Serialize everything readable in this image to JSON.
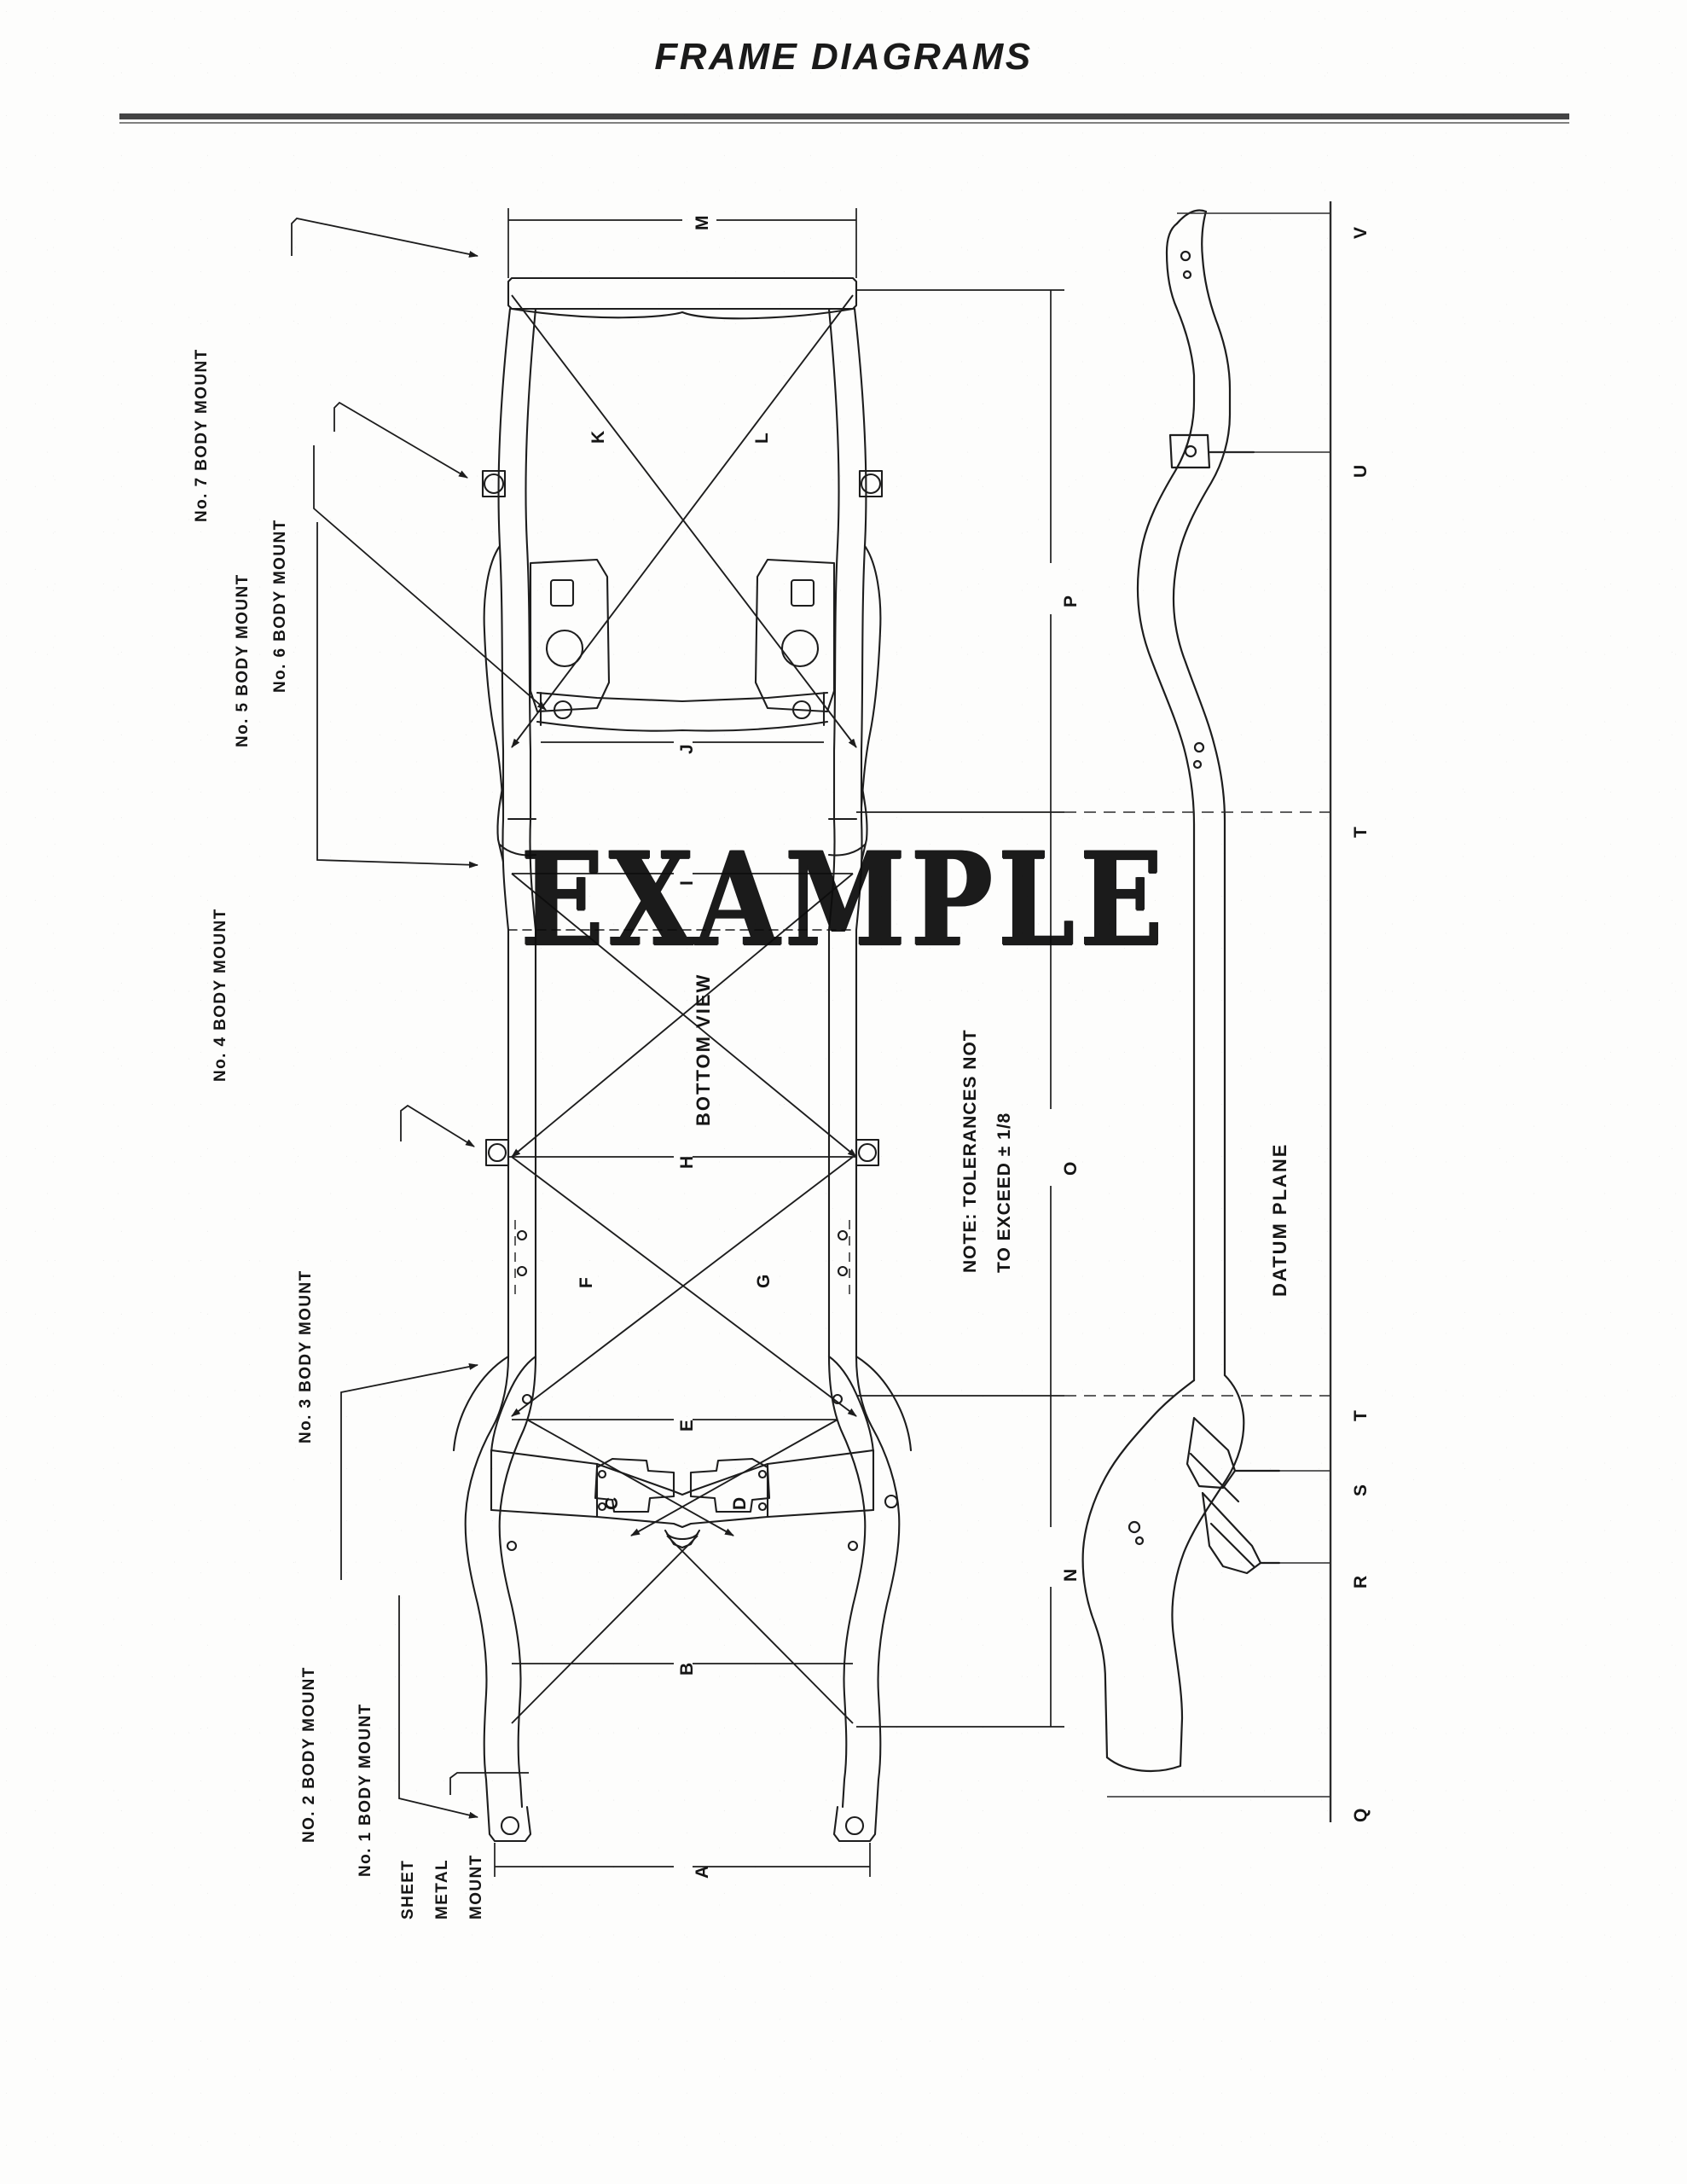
{
  "header": {
    "title": "FRAME DIAGRAMS"
  },
  "watermark": {
    "text": "EXAMPLE"
  },
  "views": {
    "bottom_view_label": "BOTTOM VIEW",
    "datum_plane_label": "DATUM PLANE"
  },
  "note": {
    "line1": "NOTE: TOLERANCES NOT",
    "line2": "TO EXCEED ± 1/8"
  },
  "mount_labels": [
    {
      "id": "mount-7",
      "text": "No. 7 BODY MOUNT"
    },
    {
      "id": "mount-6",
      "text": "No. 6 BODY MOUNT"
    },
    {
      "id": "mount-5",
      "text": "No. 5 BODY MOUNT"
    },
    {
      "id": "mount-4",
      "text": "No. 4 BODY  MOUNT"
    },
    {
      "id": "mount-3",
      "text": "No. 3 BODY MOUNT"
    },
    {
      "id": "mount-2",
      "text": "NO. 2 BODY MOUNT"
    },
    {
      "id": "mount-1",
      "text": "No. 1 BODY MOUNT"
    },
    {
      "id": "sheet-metal-mount-l1",
      "text": "SHEET"
    },
    {
      "id": "sheet-metal-mount-l2",
      "text": "METAL"
    },
    {
      "id": "sheet-metal-mount-l3",
      "text": "MOUNT"
    }
  ],
  "dimensions_bottom_view": [
    {
      "id": "A",
      "label": "A"
    },
    {
      "id": "B",
      "label": "B"
    },
    {
      "id": "C",
      "label": "C"
    },
    {
      "id": "D",
      "label": "D"
    },
    {
      "id": "E",
      "label": "E"
    },
    {
      "id": "F",
      "label": "F"
    },
    {
      "id": "G",
      "label": "G"
    },
    {
      "id": "H",
      "label": "H"
    },
    {
      "id": "I",
      "label": "I"
    },
    {
      "id": "J",
      "label": "J"
    },
    {
      "id": "K",
      "label": "K"
    },
    {
      "id": "L",
      "label": "L"
    },
    {
      "id": "M",
      "label": "M"
    }
  ],
  "dimensions_longitudinal": [
    {
      "id": "N",
      "label": "N"
    },
    {
      "id": "O",
      "label": "O"
    },
    {
      "id": "P",
      "label": "P"
    }
  ],
  "dimensions_side_view": [
    {
      "id": "Q",
      "label": "Q"
    },
    {
      "id": "R",
      "label": "R"
    },
    {
      "id": "S",
      "label": "S"
    },
    {
      "id": "T-lower",
      "label": "T"
    },
    {
      "id": "T-upper",
      "label": "T"
    },
    {
      "id": "U",
      "label": "U"
    },
    {
      "id": "V",
      "label": "V"
    }
  ],
  "colors": {
    "ink": "#1d1d1d",
    "paper": "#fdfdfc",
    "rule": "#2a2a2a"
  }
}
